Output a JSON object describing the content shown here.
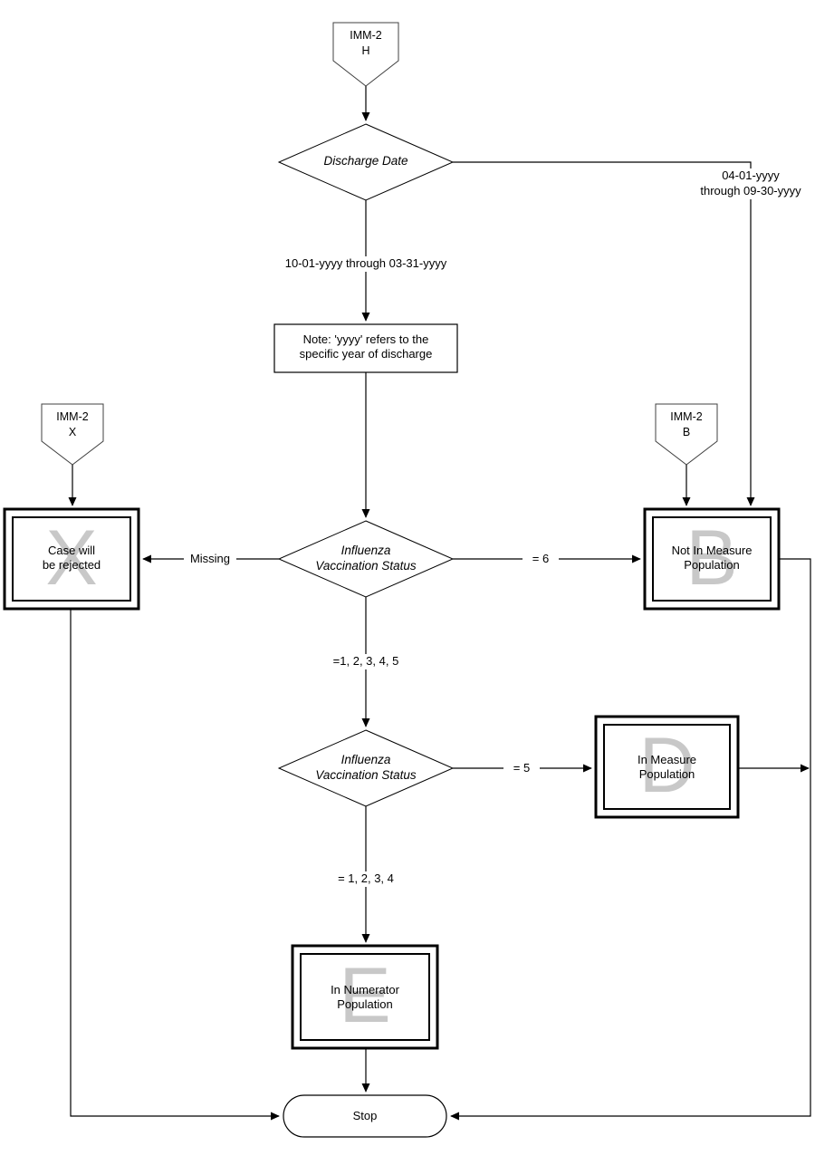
{
  "diagram": {
    "title": "IMM-2 Influenza Immunization Flowchart",
    "colors": {
      "line": "#000000",
      "watermark": "#c8c8c8",
      "background": "#ffffff"
    },
    "connectors": {
      "top": {
        "line1": "IMM-2",
        "line2": "H"
      },
      "left": {
        "line1": "IMM-2",
        "line2": "X"
      },
      "right": {
        "line1": "IMM-2",
        "line2": "B"
      }
    },
    "decisions": {
      "discharge_date": "Discharge Date",
      "flu_status_1_line1": "Influenza",
      "flu_status_1_line2": "Vaccination Status",
      "flu_status_2_line1": "Influenza",
      "flu_status_2_line2": "Vaccination Status"
    },
    "edge_labels": {
      "winter_range": "10-01-yyyy through 03-31-yyyy",
      "summer_range_line1": "04-01-yyyy",
      "summer_range_line2": "through 09-30-yyyy",
      "missing": "Missing",
      "equals_6": "= 6",
      "equals_12345": "=1, 2, 3, 4, 5",
      "equals_5": "= 5",
      "equals_1234": "=  1, 2, 3, 4"
    },
    "note": {
      "line1": "Note:  'yyyy' refers to the",
      "line2": "specific year of discharge"
    },
    "terminals": {
      "x_box": {
        "watermark": "X",
        "line1": "Case will",
        "line2": "be rejected"
      },
      "b_box": {
        "watermark": "B",
        "line1": "Not In Measure",
        "line2": "Population"
      },
      "d_box": {
        "watermark": "D",
        "line1": "In Measure",
        "line2": "Population"
      },
      "e_box": {
        "watermark": "E",
        "line1": "In Numerator",
        "line2": "Population"
      },
      "stop": "Stop"
    }
  }
}
